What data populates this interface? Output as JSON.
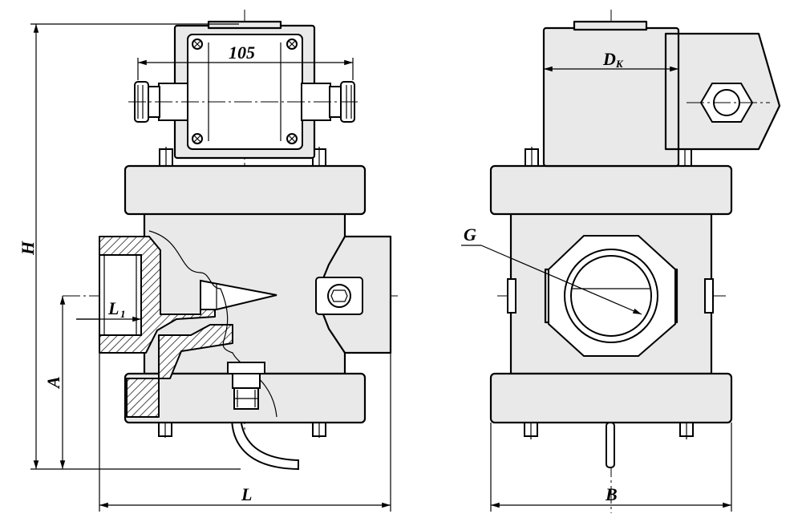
{
  "drawing": {
    "left_view": {
      "dim_width_label": "105",
      "dim_height_H": "H",
      "dim_height_A": "A",
      "dim_length_L": "L",
      "dim_thread_L": "L",
      "dim_thread_L_sub": "1"
    },
    "right_view": {
      "dim_diameter_D": "D",
      "dim_diameter_D_sub": "K",
      "dim_width_B": "B",
      "thread_label_G": "G"
    }
  }
}
